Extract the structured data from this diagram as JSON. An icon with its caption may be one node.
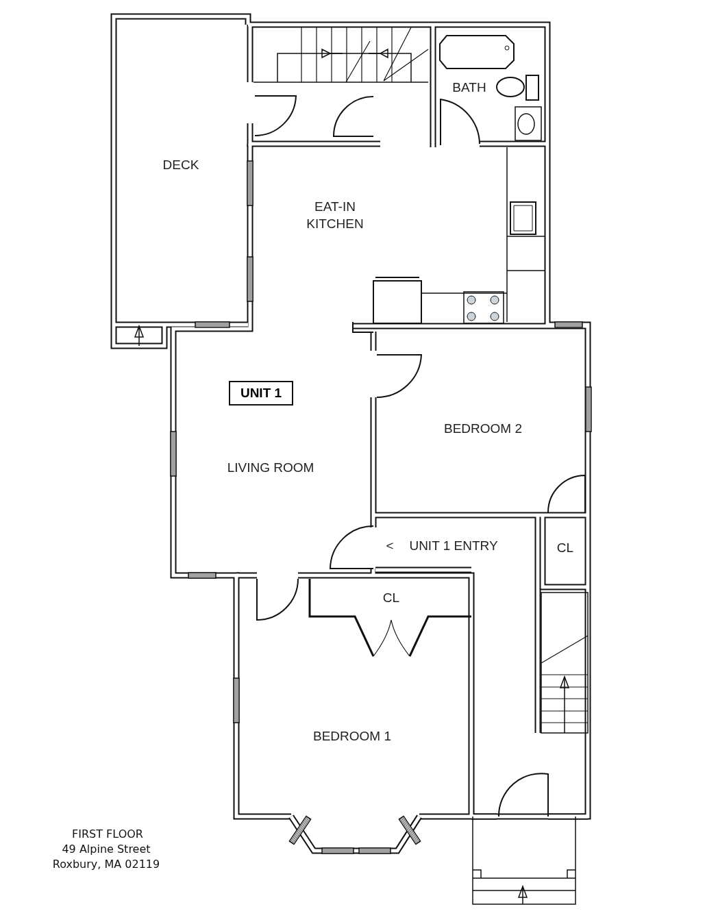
{
  "diagram": {
    "title": "FIRST FLOOR",
    "caption": "49 Alpine Street Roxbury, MA 02119",
    "nodes": [
      {
        "text": [
          "UNIT 1"
        ]
      }
    ],
    "labels": [
      "DECK",
      "BATH",
      "EAT-IN KITCHEN",
      "LIVING ROOM",
      "BEDROOM 2",
      "<",
      "UNIT 1 ENTRY",
      "CL",
      "CL",
      "BEDROOM 1"
    ]
  }
}
